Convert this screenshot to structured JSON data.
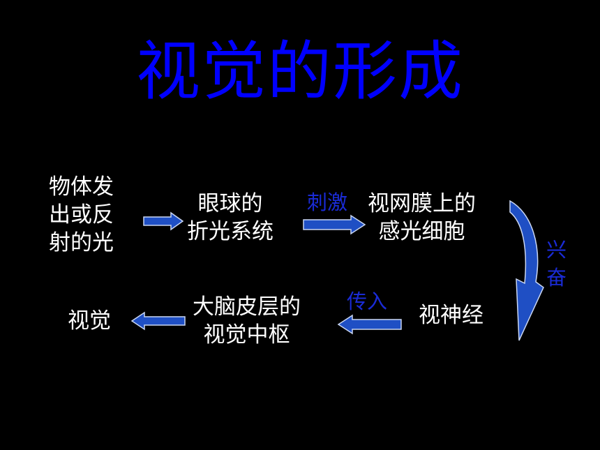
{
  "title": "视觉的形成",
  "nodes": {
    "light_source": [
      "物体发",
      "出或反",
      "射的光"
    ],
    "refractive_system": [
      "眼球的",
      "折光系统"
    ],
    "photoreceptors": [
      "视网膜上的",
      "感光细胞"
    ],
    "optic_nerve": [
      "视神经"
    ],
    "visual_center": [
      "大脑皮层的",
      "视觉中枢"
    ],
    "vision": [
      "视觉"
    ]
  },
  "labels": {
    "stimulus": "刺激",
    "excitation": [
      "兴",
      "奋"
    ],
    "afferent": "传入"
  },
  "colors": {
    "background": "#000000",
    "title": "#0000ff",
    "text": "#ffffff",
    "label": "#1a2bd6",
    "arrow_fill": "#1f4fc4",
    "arrow_stroke": "#c9d6f2"
  }
}
